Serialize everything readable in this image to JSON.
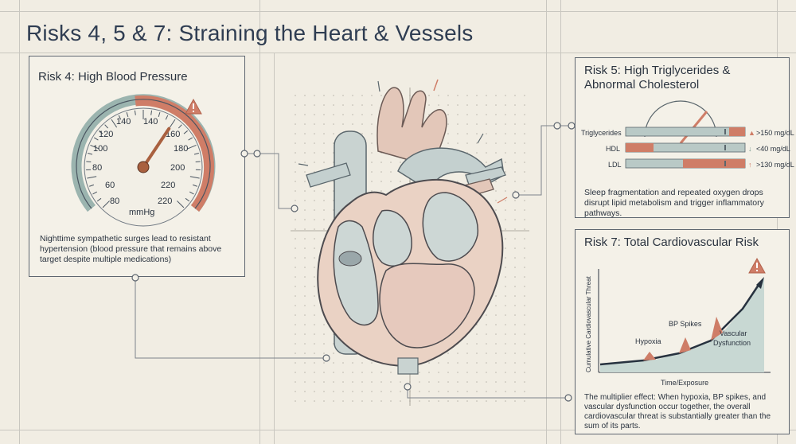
{
  "page": {
    "title": "Risks 4, 5 & 7: Straining the Heart & Vessels"
  },
  "risk4": {
    "title": "Risk 4: High Blood Pressure",
    "gauge": {
      "tick_labels": [
        "60",
        "80",
        "100",
        "120",
        "140",
        "140",
        "160",
        "180",
        "200",
        "220",
        "80",
        "220"
      ],
      "unit": "mmHg",
      "needle_value": 160,
      "range": [
        60,
        220
      ]
    },
    "caption": "Nighttime sympathetic surges lead to resistant hypertension (blood pressure that remains above target despite multiple medications)"
  },
  "risk5": {
    "title_line1": "Risk 5: High Triglycerides &",
    "title_line2": "Abnormal Cholesterol",
    "rows": [
      {
        "label": "Triglycerides",
        "arrow": "▲",
        "value": ">150 mg/dL"
      },
      {
        "label": "HDL",
        "arrow": "↓",
        "value": "<40 mg/dL"
      },
      {
        "label": "LDL",
        "arrow": "↑",
        "value": ">130 mg/dL"
      }
    ],
    "caption": "Sleep fragmentation and repeated oxygen drops disrupt lipid metabolism and trigger inflammatory pathways."
  },
  "risk7": {
    "title": "Risk 7: Total Cardiovascular Risk",
    "chart": {
      "ylabel": "Cumulative Cardiovascular Threat",
      "xlabel": "Time/Exposure",
      "annotations": [
        "Hypoxia",
        "BP Spikes",
        "Vascular",
        "Dysfunction"
      ]
    },
    "caption": "The multiplier effect: When hypoxia, BP spikes, and vascular dysfunction occur together, the overall cardiovascular threat is substantially greater than the sum of its parts."
  },
  "colors": {
    "accent_red": "#cf7d67",
    "teal": "#9bb4af",
    "ink": "#2b3440",
    "background": "#f1ede3"
  }
}
